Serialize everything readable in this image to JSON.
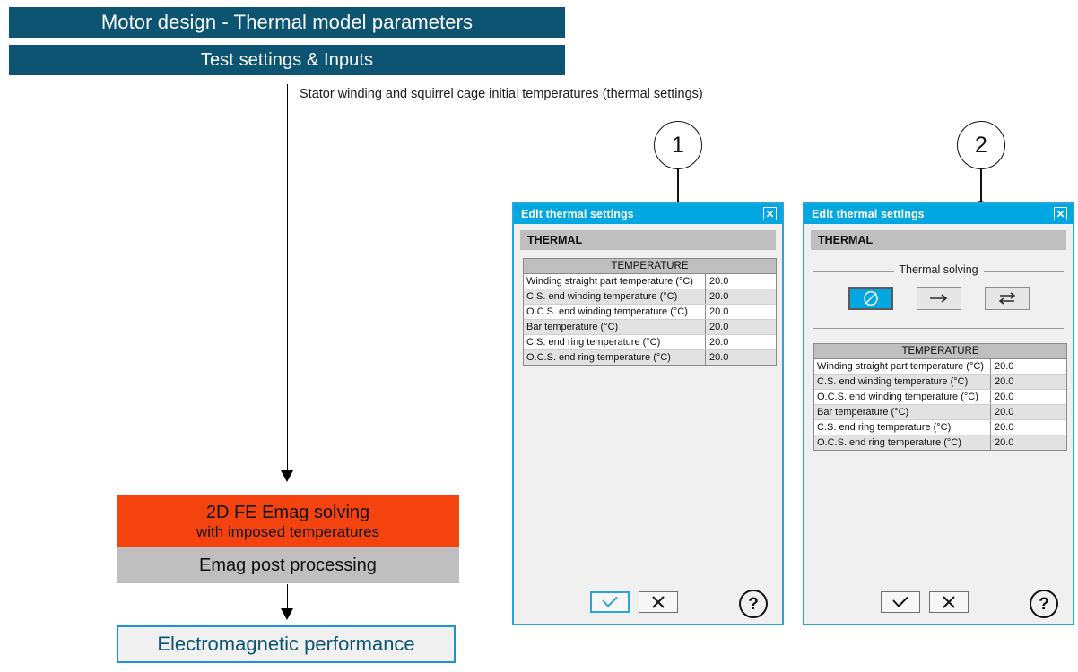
{
  "header": {
    "title": "Motor design - Thermal model parameters",
    "subtitle": "Test settings & Inputs",
    "bar_color": "#0c5472"
  },
  "caption": "Stator winding and squirrel cage initial temperatures (thermal settings)",
  "flow": {
    "emag_line1": "2D FE Emag solving",
    "emag_line2": "with imposed temperatures",
    "emag_color": "#f5430f",
    "post": "Emag post processing",
    "post_color": "#bfbfbf",
    "performance": "Electromagnetic performance",
    "performance_border": "#1b93d1",
    "performance_text_color": "#0c5472"
  },
  "callouts": [
    {
      "number": "1"
    },
    {
      "number": "2"
    }
  ],
  "table": {
    "header": "TEMPERATURE",
    "rows": [
      {
        "label": "Winding straight part temperature (°C)",
        "value": "20.0"
      },
      {
        "label": "C.S. end winding temperature (°C)",
        "value": "20.0"
      },
      {
        "label": "O.C.S. end winding temperature (°C)",
        "value": "20.0"
      },
      {
        "label": "Bar temperature (°C)",
        "value": "20.0"
      },
      {
        "label": "C.S. end ring temperature (°C)",
        "value": "20.0"
      },
      {
        "label": "O.C.S. end ring temperature (°C)",
        "value": "20.0"
      }
    ]
  },
  "dialog1": {
    "title": "Edit thermal settings",
    "titlebar_color": "#00a7e1",
    "close_icon": "close-icon",
    "tab": "THERMAL",
    "ok_icon": "checkmark-icon",
    "cancel_icon": "cross-icon",
    "help_icon": "question-mark-icon",
    "ok_label": "✓",
    "cancel_label": "✕",
    "help_label": "?"
  },
  "dialog2": {
    "title": "Edit thermal settings",
    "titlebar_color": "#00a7e1",
    "close_icon": "close-icon",
    "tab": "THERMAL",
    "group_title": "Thermal solving",
    "solving_modes": [
      {
        "name": "no-coupling",
        "glyph": "Ø",
        "selected": true
      },
      {
        "name": "one-way-coupling",
        "glyph": "→",
        "selected": false
      },
      {
        "name": "two-way-coupling",
        "glyph": "⇄",
        "selected": false
      }
    ],
    "ok_label": "✓",
    "cancel_label": "✕",
    "help_label": "?"
  }
}
